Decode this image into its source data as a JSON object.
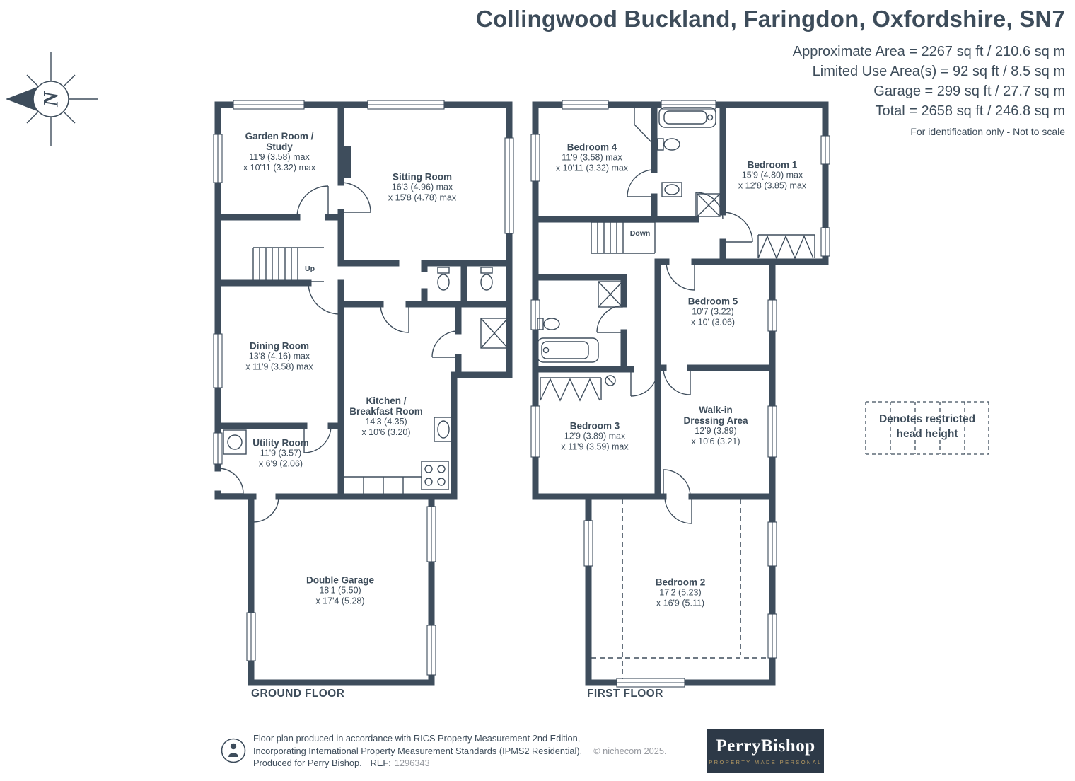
{
  "colors": {
    "wall": "#3e4d5c",
    "text": "#3d4c5a",
    "grey": "#979aa0",
    "logo_bg": "#2d3947",
    "logo_gold": "#b69a62"
  },
  "header": {
    "title": "Collingwood Buckland, Faringdon, Oxfordshire, SN7",
    "area_lines": [
      "Approximate Area = 2267 sq ft / 210.6 sq m",
      "Limited Use Area(s) = 92 sq ft / 8.5 sq m",
      "Garage = 299 sq ft / 27.7 sq m",
      "Total = 2658 sq ft / 246.8 sq m"
    ],
    "disclaimer": "For identification only - Not to scale"
  },
  "compass": {
    "n": "N"
  },
  "ground_floor": {
    "label": "GROUND FLOOR",
    "stairs_label": "Up",
    "rooms": [
      {
        "name": "Garden Room /\nStudy",
        "dim1": "11'9 (3.58) max",
        "dim2": "x 10'11 (3.32) max"
      },
      {
        "name": "Sitting Room",
        "dim1": "16'3 (4.96) max",
        "dim2": "x 15'8 (4.78) max"
      },
      {
        "name": "Dining Room",
        "dim1": "13'8 (4.16) max",
        "dim2": "x 11'9 (3.58) max"
      },
      {
        "name": "Kitchen /\nBreakfast Room",
        "dim1": "14'3 (4.35)",
        "dim2": "x 10'6 (3.20)"
      },
      {
        "name": "Utility Room",
        "dim1": "11'9 (3.57)",
        "dim2": "x 6'9 (2.06)"
      },
      {
        "name": "Double Garage",
        "dim1": "18'1 (5.50)",
        "dim2": "x 17'4 (5.28)"
      }
    ]
  },
  "first_floor": {
    "label": "FIRST FLOOR",
    "stairs_label": "Down",
    "rooms": [
      {
        "name": "Bedroom 4",
        "dim1": "11'9 (3.58) max",
        "dim2": "x 10'11 (3.32) max"
      },
      {
        "name": "Bedroom 1",
        "dim1": "15'9 (4.80) max",
        "dim2": "x 12'8 (3.85) max"
      },
      {
        "name": "Bedroom 5",
        "dim1": "10'7 (3.22)",
        "dim2": "x 10' (3.06)"
      },
      {
        "name": "Bedroom 3",
        "dim1": "12'9 (3.89) max",
        "dim2": "x 11'9 (3.59) max"
      },
      {
        "name": "Walk-in\nDressing Area",
        "dim1": "12'9 (3.89)",
        "dim2": "x 10'6 (3.21)"
      },
      {
        "name": "Bedroom 2",
        "dim1": "17'2 (5.23)",
        "dim2": "x 16'9 (5.11)"
      }
    ]
  },
  "legend": {
    "text": "Denotes restricted\nhead height"
  },
  "footer": {
    "line1": "Floor plan produced in accordance with RICS Property Measurement 2nd Edition,",
    "line2": "Incorporating International Property Measurement Standards (IPMS2 Residential).",
    "copyright": "© nichecom 2025.",
    "line3": "Produced for Perry Bishop.",
    "ref_label": "REF:",
    "ref_number": "1296343",
    "logo_name": "PerryBishop",
    "logo_tagline": "PROPERTY MADE PERSONAL"
  }
}
